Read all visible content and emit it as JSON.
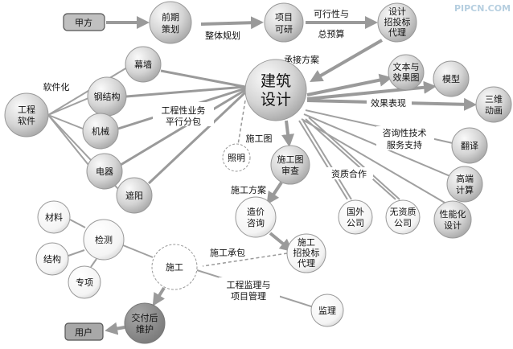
{
  "watermark": "PIPCN.COM",
  "colors": {
    "gray_node": "#c8c8c8",
    "dark_node": "#8c8c8c",
    "line": "#9a9a9a"
  },
  "nodes": {
    "jiafang": "甲方",
    "qianqi": [
      "前期",
      "策划"
    ],
    "xiangmu": [
      "项目",
      "可研"
    ],
    "sheji_zhaotoubiao": [
      "设计",
      "招投标",
      "代理"
    ],
    "jianzhu": [
      "建筑",
      "设计"
    ],
    "muqiang": "幕墙",
    "gangjiegou": "钢结构",
    "gongcheng_ruanjian": [
      "工程",
      "软件"
    ],
    "jixie": "机械",
    "dianqi": "电器",
    "zheyang": "遮阳",
    "zhaoming": "照明",
    "shigongtu_shencha": [
      "施工图",
      "审查"
    ],
    "wenben": [
      "文本与",
      "效果图"
    ],
    "moxing": "模型",
    "sanwei": [
      "三维",
      "动画"
    ],
    "fanyi": "翻译",
    "gaoduan": [
      "高端",
      "计算"
    ],
    "xingneng": [
      "性能化",
      "设计"
    ],
    "guowai": [
      "国外",
      "公司"
    ],
    "wuzizhi": [
      "无资质",
      "公司"
    ],
    "zaojia": [
      "造价",
      "咨询"
    ],
    "shigong_zhaotoubiao": [
      "施工",
      "招投标",
      "代理"
    ],
    "cailiao": "材料",
    "jiance": "检测",
    "jiegou": "结构",
    "zhuanxiang": "专项",
    "shigong": "施工",
    "jianli": "监理",
    "jiaofu": [
      "交付后",
      "维护"
    ],
    "yonghu": "用户"
  },
  "edge_labels": {
    "zhengti": "整体规划",
    "kexing": [
      "可行性与",
      "总预算"
    ],
    "chengjie": "承接方案",
    "ruanjianhua": "软件化",
    "pingxing": [
      "工程性业务",
      "平行分包"
    ],
    "xiaoguo": "效果表现",
    "shigongtu": "施工图",
    "zixun": [
      "咨询性技术",
      "服务支持"
    ],
    "zizhi": "资质合作",
    "shigong_fangan": "施工方案",
    "shigong_chengbao": "施工承包",
    "jianli_guanli": [
      "工程监理与",
      "项目管理"
    ]
  }
}
